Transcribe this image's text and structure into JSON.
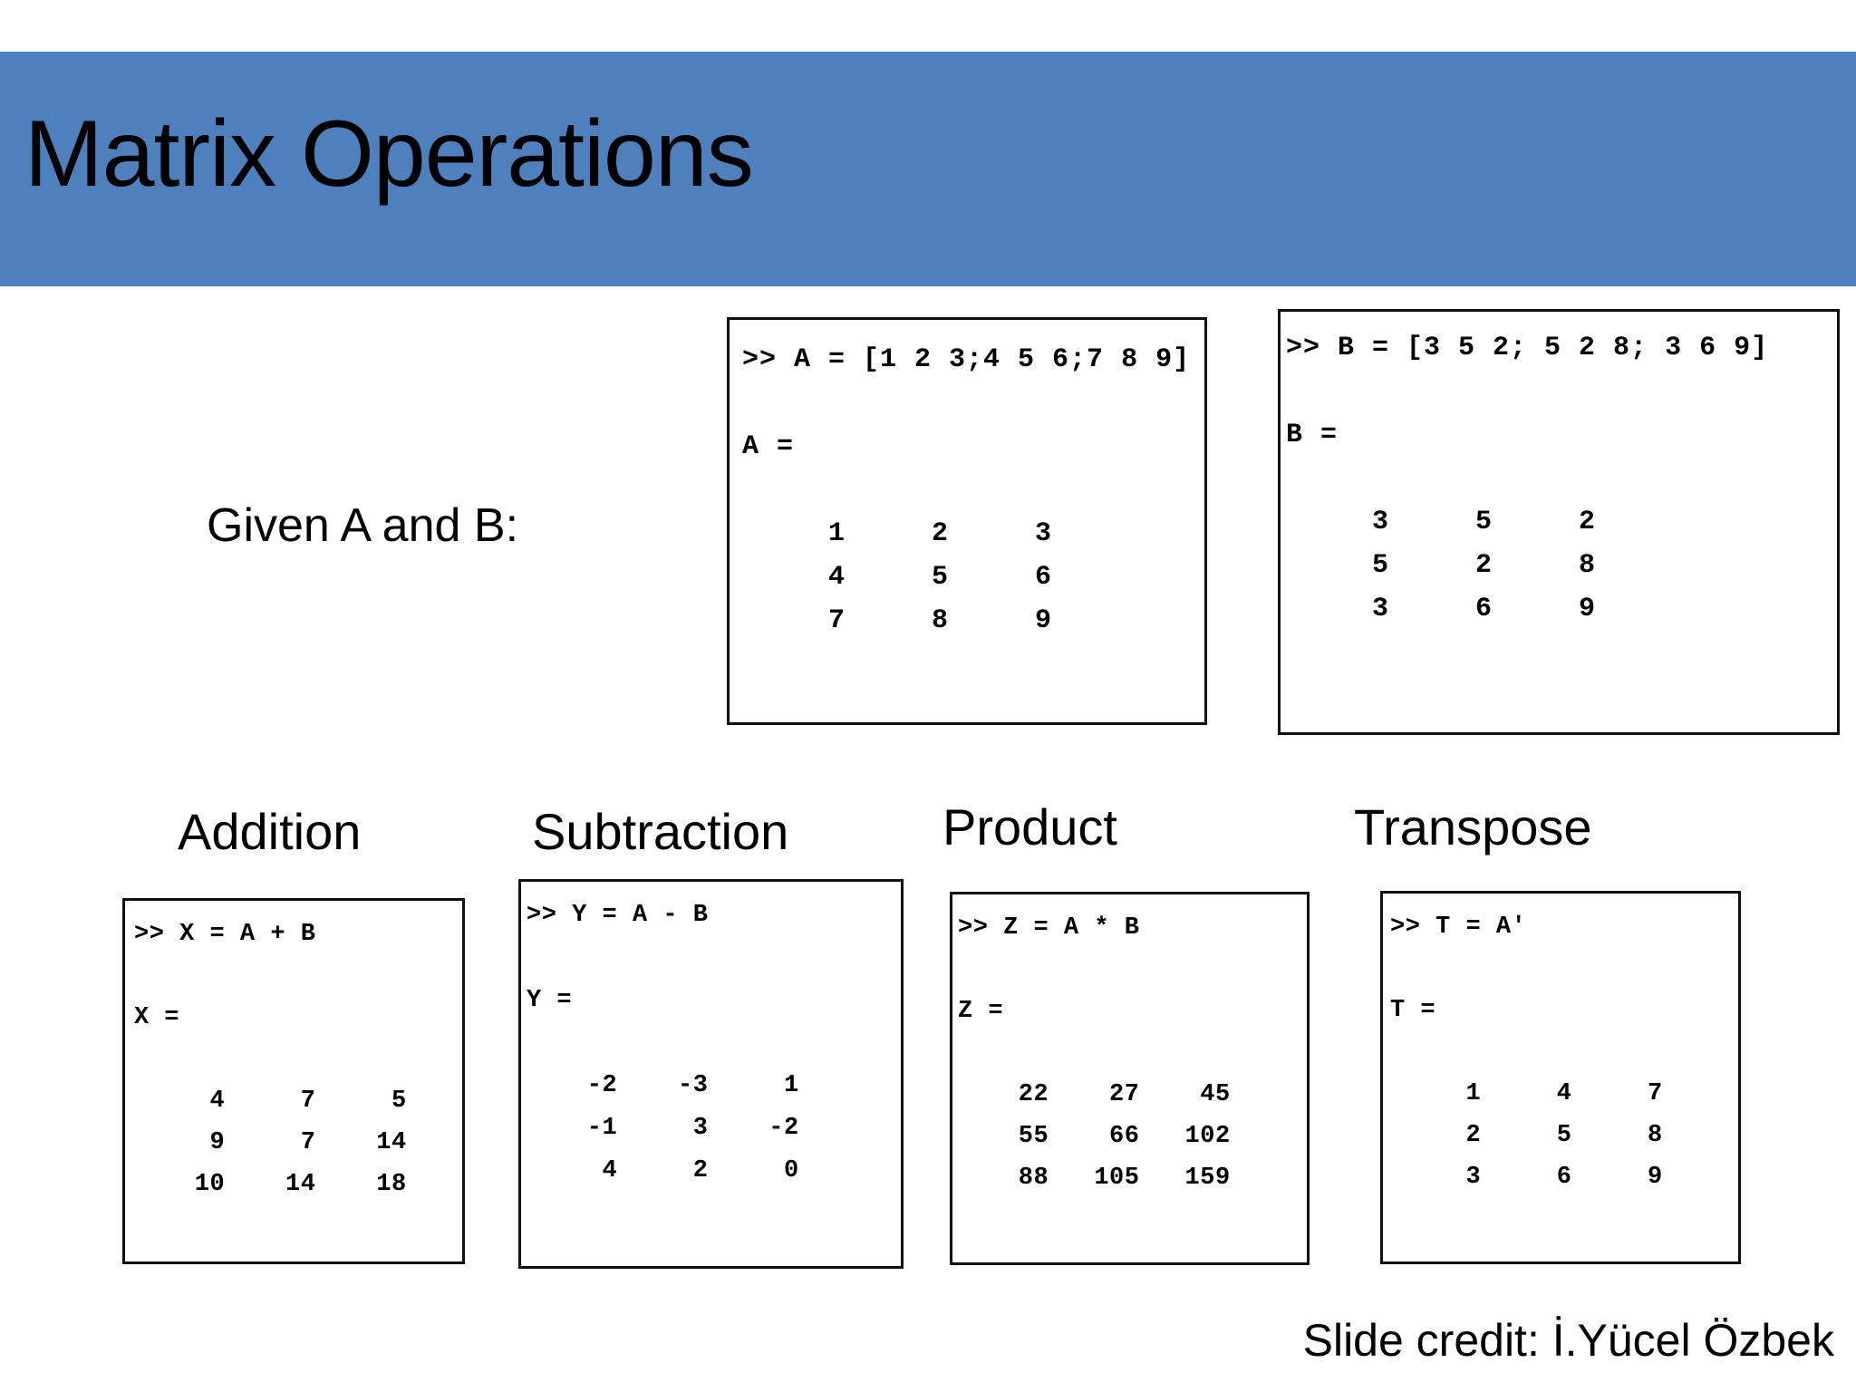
{
  "slide": {
    "title": "Matrix Operations",
    "title_band_color": "#4E80BD",
    "background_color": "#FFFFFF",
    "text_color": "#000000",
    "credit": "Slide credit: İ.Yücel Özbek"
  },
  "given": {
    "label": "Given A and B:"
  },
  "matrices": {
    "A": {
      "prompt": ">> A = [1 2 3;4 5 6;7 8 9]",
      "result_label": "A =",
      "rows": [
        [
          1,
          2,
          3
        ],
        [
          4,
          5,
          6
        ],
        [
          7,
          8,
          9
        ]
      ],
      "console_text": ">> A = [1 2 3;4 5 6;7 8 9]\n\nA =\n\n     1     2     3\n     4     5     6\n     7     8     9"
    },
    "B": {
      "prompt": ">> B = [3 5 2; 5 2 8; 3 6 9]",
      "result_label": "B =",
      "rows": [
        [
          3,
          5,
          2
        ],
        [
          5,
          2,
          8
        ],
        [
          3,
          6,
          9
        ]
      ],
      "console_text": ">> B = [3 5 2; 5 2 8; 3 6 9]\n\nB =\n\n     3     5     2\n     5     2     8\n     3     6     9"
    }
  },
  "operations": [
    {
      "heading": "Addition",
      "prompt": ">> X = A + B",
      "result_label": "X =",
      "rows": [
        [
          4,
          7,
          5
        ],
        [
          9,
          7,
          14
        ],
        [
          10,
          14,
          18
        ]
      ],
      "console_text": ">> X = A + B\n\nX =\n\n     4     7     5\n     9     7    14\n    10    14    18"
    },
    {
      "heading": "Subtraction",
      "prompt": ">> Y = A - B",
      "result_label": "Y =",
      "rows": [
        [
          -2,
          -3,
          1
        ],
        [
          -1,
          3,
          -2
        ],
        [
          4,
          2,
          0
        ]
      ],
      "console_text": ">> Y = A - B\n\nY =\n\n    -2    -3     1\n    -1     3    -2\n     4     2     0"
    },
    {
      "heading": "Product",
      "prompt": ">> Z = A * B",
      "result_label": "Z =",
      "rows": [
        [
          22,
          27,
          45
        ],
        [
          55,
          66,
          102
        ],
        [
          88,
          105,
          159
        ]
      ],
      "console_text": ">> Z = A * B\n\nZ =\n\n    22    27    45\n    55    66   102\n    88   105   159"
    },
    {
      "heading": "Transpose",
      "prompt": ">> T = A'",
      "result_label": "T =",
      "rows": [
        [
          1,
          4,
          7
        ],
        [
          2,
          5,
          8
        ],
        [
          3,
          6,
          9
        ]
      ],
      "console_text": ">> T = A'\n\nT =\n\n     1     4     7\n     2     5     8\n     3     6     9"
    }
  ]
}
